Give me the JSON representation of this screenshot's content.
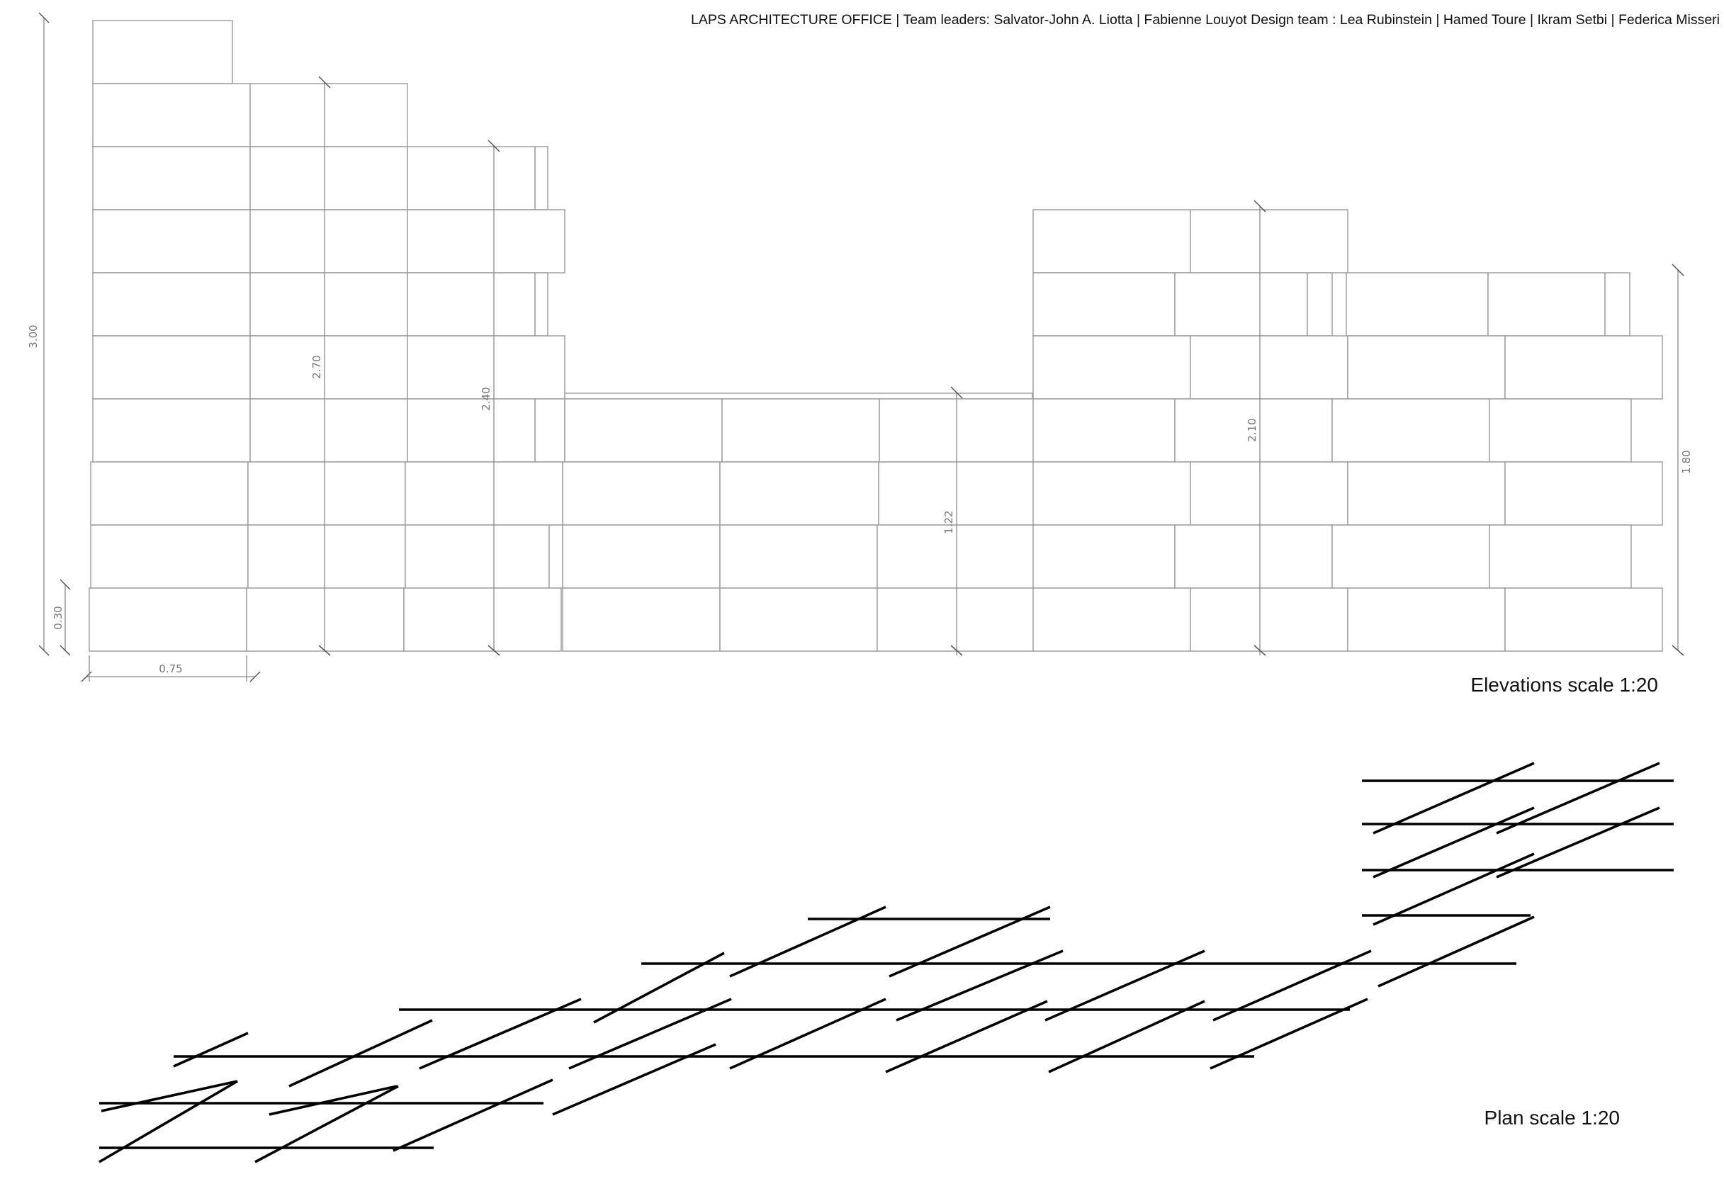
{
  "credits": "LAPS ARCHITECTURE OFFICE | Team leaders: Salvator-John A. Liotta | Fabienne Louyot Design team : Lea Rubinstein | Hamed Toure | Ikram Setbi | Federica Misseri",
  "elevations_label": "Elevations scale 1:20",
  "plan_label": "Plan scale 1:20",
  "dimensions": {
    "total_height": "3.00",
    "base_height": "0.30",
    "module_width": "0.75",
    "tower_a": "2.70",
    "tower_b": "2.40",
    "mid_section": "1.22",
    "tower_c": "2.10",
    "right_section": "1.80"
  }
}
